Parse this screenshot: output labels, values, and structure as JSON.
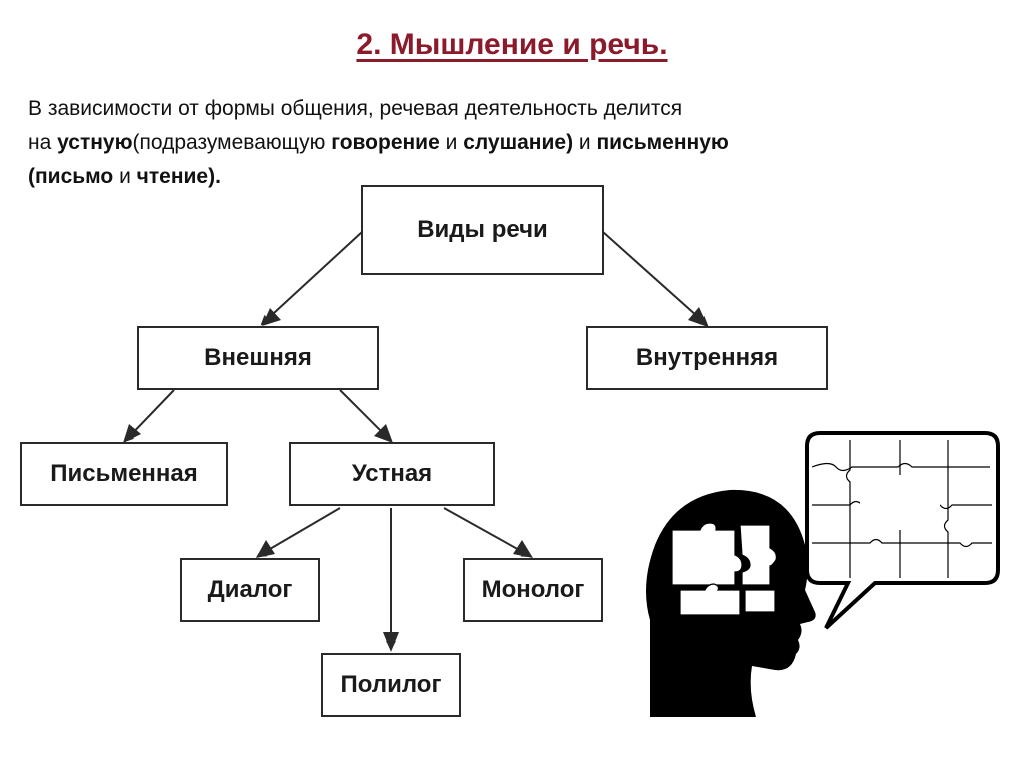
{
  "title": "2. Мышление и речь.",
  "intro": {
    "line1": "В зависимости от формы общения, речевая деятельность делится",
    "line2_prefix": "на ",
    "oral": "устную",
    "paren_open": "(подразумевающую ",
    "speaking": "говорение",
    "and1": " и ",
    "listening": "слушание)",
    "and2": " и ",
    "written": "письменную",
    "writing_open": "(письмо",
    "and3": " и ",
    "reading": "чтение)."
  },
  "diagram": {
    "root": "Виды речи",
    "external": "Внешняя",
    "internal": "Внутренняя",
    "written": "Письменная",
    "oral": "Устная",
    "dialog": "Диалог",
    "monolog": "Монолог",
    "polylog": "Полилог"
  },
  "colors": {
    "title": "#8b1a2b",
    "border": "#2a2a2a",
    "silhouette": "#000000"
  }
}
